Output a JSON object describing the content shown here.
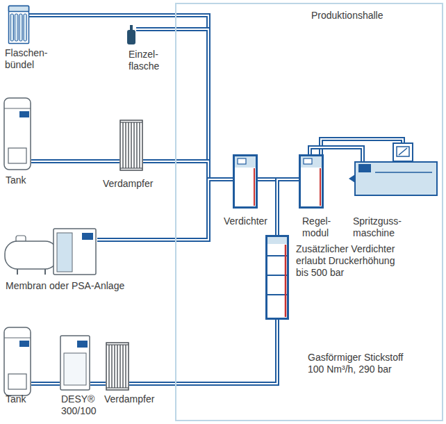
{
  "diagram": {
    "nodes": [
      {
        "text": [
          "Flaschen- bündel"
        ]
      },
      {
        "text": [
          "Einzel- flasche"
        ]
      },
      {
        "text": [
          "Tank"
        ]
      },
      {
        "text": [
          "Verdampfer"
        ]
      },
      {
        "text": [
          "Membran oder PSA-Anlage"
        ]
      },
      {
        "text": [
          "Tank"
        ]
      },
      {
        "text": [
          "DESY® 300/100"
        ]
      },
      {
        "text": [
          "Verdampfer"
        ]
      },
      {
        "text": [
          "Produktionshalle"
        ]
      },
      {
        "text": [
          "Verdichter"
        ],
        "in": 8
      },
      {
        "text": [
          "Regel- modul"
        ],
        "in": 8
      },
      {
        "text": [
          "Spritzguss- maschine"
        ],
        "in": 8
      },
      {
        "text": [
          "Zusätzlicher Verdichter erlaubt Druckerhöhung bis 500 bar"
        ],
        "in": 8
      }
    ],
    "edges": [
      {
        "from": 0,
        "to": 9,
        "arrow": "none"
      },
      {
        "from": 1,
        "to": 9,
        "arrow": "none"
      },
      {
        "from": 2,
        "to": 3,
        "arrow": "none"
      },
      {
        "from": 3,
        "to": 9,
        "arrow": "none"
      },
      {
        "from": 4,
        "to": 9,
        "arrow": "none"
      },
      {
        "from": 5,
        "to": 6,
        "arrow": "none"
      },
      {
        "from": 6,
        "to": 7,
        "arrow": "none"
      },
      {
        "from": 7,
        "to": 12,
        "arrow": "none"
      },
      {
        "from": 9,
        "to": 10,
        "arrow": "none"
      },
      {
        "from": 10,
        "to": 11,
        "arrow": "none"
      },
      {
        "from": 12,
        "to": 10,
        "arrow": "none"
      }
    ],
    "labels": [
      "Gasförmiger Stickstoff 100 Nm³/h, 290 bar"
    ]
  }
}
